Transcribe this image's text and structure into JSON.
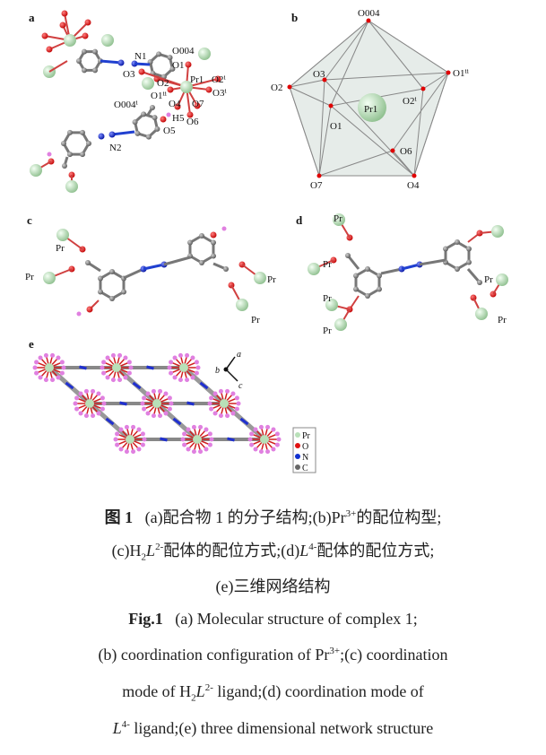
{
  "panels": {
    "a": {
      "label": "a",
      "atoms": [
        "N1",
        "O004",
        "O1",
        "O3",
        "O2",
        "Pr1",
        "O2ⁱ",
        "O1ⁱⁱ",
        "O3ⁱ",
        "O004ⁱ",
        "O4",
        "O7",
        "H5",
        "O6",
        "O5",
        "N2"
      ]
    },
    "b": {
      "label": "b",
      "atoms": [
        "O004",
        "O3",
        "O2",
        "O1ⁱⁱ",
        "O2ⁱ",
        "Pr1",
        "O1",
        "O6",
        "O7",
        "O4"
      ]
    },
    "c": {
      "label": "c",
      "atoms": [
        "Pr",
        "Pr",
        "Pr",
        "Pr"
      ]
    },
    "d": {
      "label": "d",
      "atoms": [
        "Pr",
        "Pr",
        "Pr",
        "Pr",
        "Pr",
        "Pr"
      ]
    },
    "e": {
      "label": "e",
      "axes": [
        "a",
        "b",
        "c"
      ],
      "legend": [
        "Pr",
        "O",
        "N",
        "C"
      ]
    }
  },
  "colors": {
    "Pr": "#c8ecc8",
    "O": "#e01010",
    "N": "#1030d0",
    "C": "#808080",
    "H": "#e080e0"
  },
  "caption": {
    "cn_fig": "图 1",
    "cn_line1_a": "(a)配合物 1 的分子结构;(b)Pr",
    "cn_line1_sup": "3+",
    "cn_line1_b": "的配位构型;",
    "cn_line2_a": "(c)H",
    "cn_line2_sub": "2",
    "cn_line2_L": "L",
    "cn_line2_sup": "2-",
    "cn_line2_b": "配体的配位方式;(d)",
    "cn_line2_L2": "L",
    "cn_line2_sup2": "4-",
    "cn_line2_c": "配体的配位方式;",
    "cn_line3": "(e)三维网络结构",
    "en_fig": "Fig.1",
    "en_line1": "(a) Molecular structure of complex 1;",
    "en_line2_a": "(b) coordination configuration of Pr",
    "en_line2_sup": "3+",
    "en_line2_b": ";(c) coordination",
    "en_line3_a": "mode of H",
    "en_line3_sub": "2",
    "en_line3_L": "L",
    "en_line3_sup": "2-",
    "en_line3_b": " ligand;(d) coordination mode of",
    "en_line4_L": "L",
    "en_line4_sup": "4-",
    "en_line4_b": " ligand;(e) three dimensional network structure"
  }
}
